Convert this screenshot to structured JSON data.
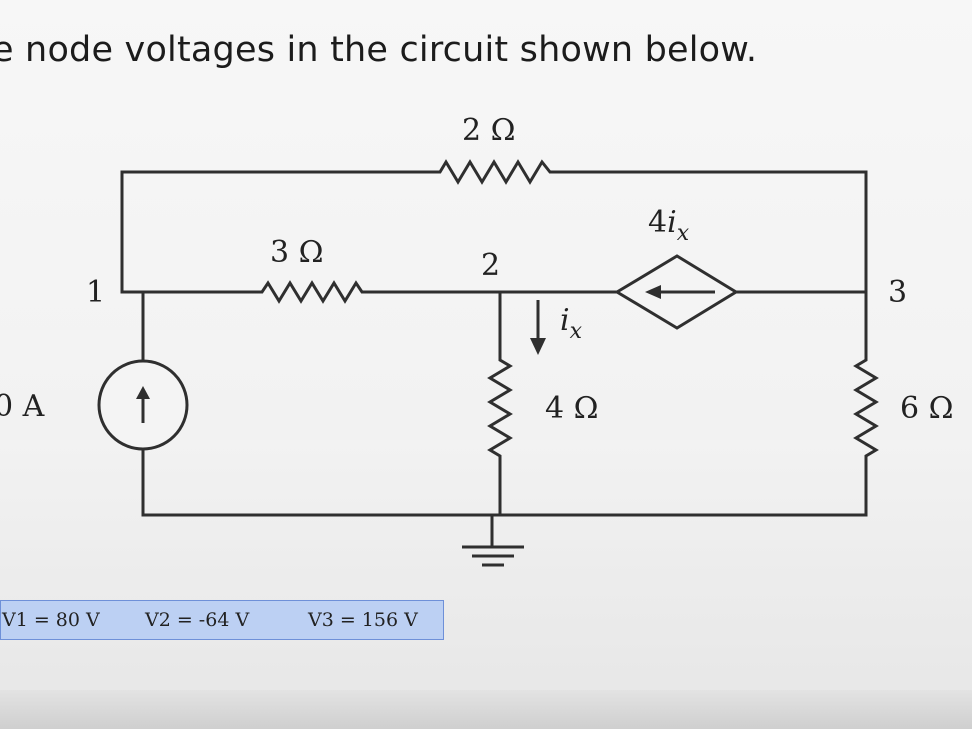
{
  "prompt": {
    "title": "e node voltages in the circuit shown below."
  },
  "circuit": {
    "r_top": "2 Ω",
    "r_middle": "3 Ω",
    "r_vertical_mid": "4 Ω",
    "r_right": "6 Ω",
    "source_label": "0 A",
    "dep_source_base": "4",
    "dep_source_var": "i",
    "dep_source_sub": "x",
    "current_var": "i",
    "current_sub": "x",
    "node_1": "1",
    "node_2": "2",
    "node_3": "3"
  },
  "answers": {
    "v1": "V1 = 80 V",
    "v2": "V2 = -64 V",
    "v3": "V3 = 156 V"
  },
  "colors": {
    "wire": "#2f2f2f",
    "answer_bg": "#bcd0f3",
    "answer_border": "#6e90d8"
  }
}
